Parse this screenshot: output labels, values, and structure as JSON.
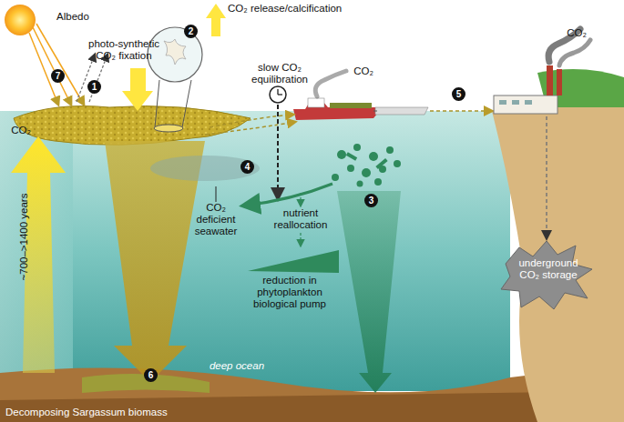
{
  "diagram": {
    "labels": [
      "Albedo",
      "7",
      "photo-synthetic CO₂ fixation",
      "1",
      "2",
      "CO₂ release/calcification",
      "slow CO₂ equilibration",
      "CO₂",
      "CO₂",
      "5",
      "CO₂",
      "~700–>1400 years",
      "4",
      "CO₂ deficient seawater",
      "nutrient reallocation",
      "3",
      "reduction in phytoplankton biological pump",
      "underground CO₂ storage",
      "6",
      "deep ocean",
      "Decomposing Sargassum biomass"
    ]
  }
}
